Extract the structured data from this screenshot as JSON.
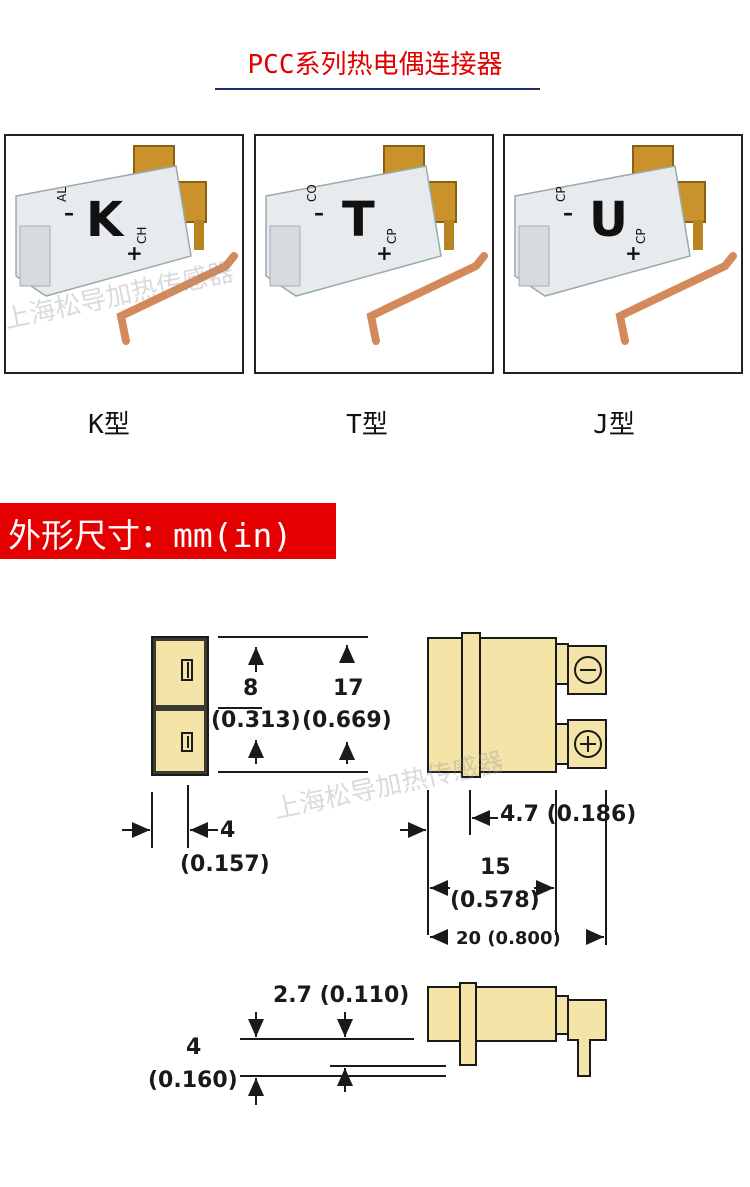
{
  "header": {
    "title": "PCC系列热电偶连接器"
  },
  "products": [
    {
      "caption": "K型",
      "letter": "K",
      "neg": "AL",
      "pos": "CH"
    },
    {
      "caption": "T型",
      "letter": "T",
      "neg": "CO",
      "pos": "CP"
    },
    {
      "caption": "J型",
      "letter": "U",
      "neg": "CP",
      "pos": "CP"
    }
  ],
  "photo_watermark": "上海松导加热传感器",
  "section": {
    "title": "外形尺寸：mm(in)"
  },
  "dimensions": {
    "d8": "8",
    "d8_in": "(0.313)",
    "d17": "17",
    "d17_in": "(0.669)",
    "d4": "4",
    "d4_in": "(0.157)",
    "d4_7": "4.7 (0.186)",
    "d15": "15",
    "d15_in": "(0.578)",
    "d20": "20 (0.800)",
    "d2_7": "2.7 (0.110)",
    "d4b": "4",
    "d4b_in": "(0.160)"
  },
  "drawing_watermark": "上海松导加热传感器",
  "colors": {
    "title": "#e00000",
    "banner": "#e40000",
    "rule": "#1f2a6e",
    "body": "#f4e4a8",
    "copper": "#d4895a",
    "brass": "#c9922a"
  }
}
